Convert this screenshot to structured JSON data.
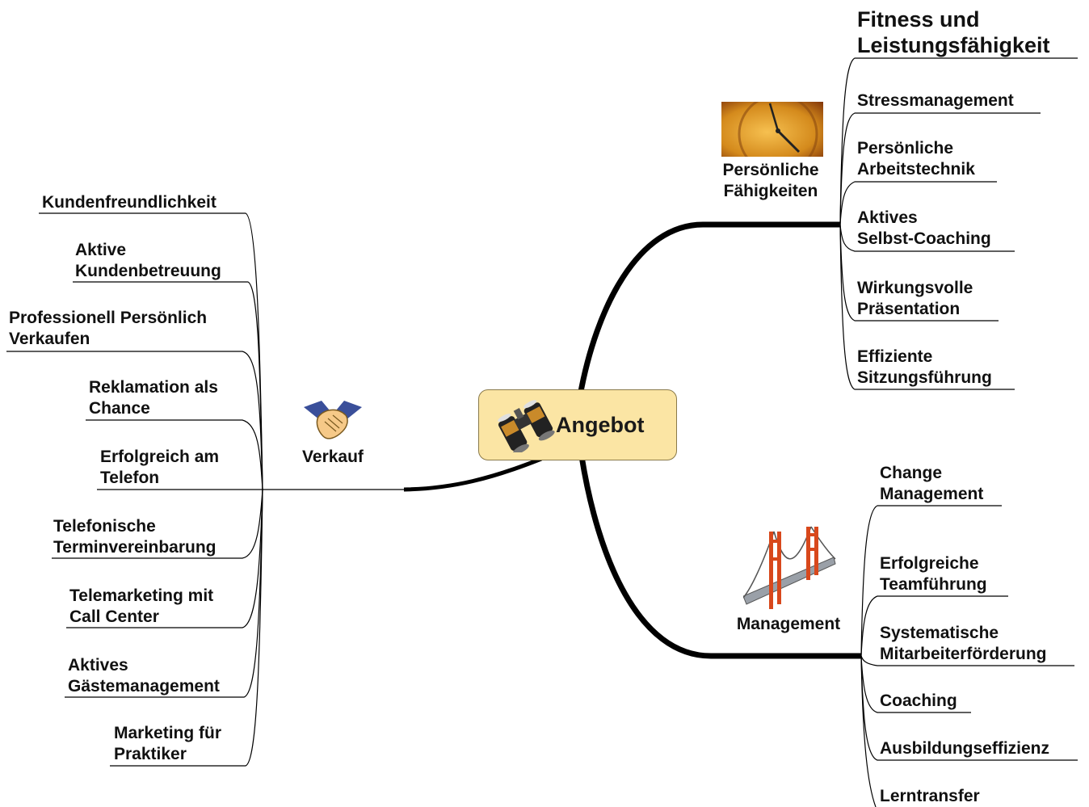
{
  "center": {
    "label": "Angebot",
    "icon": "binoculars-icon"
  },
  "branches": {
    "verkauf": {
      "label": "Verkauf",
      "icon": "handshake-icon",
      "items": [
        [
          "Kundenfreundlichkeit"
        ],
        [
          "Aktive",
          "Kundenbetreuung"
        ],
        [
          "Professionell Persönlich",
          "Verkaufen"
        ],
        [
          "Reklamation als",
          "Chance"
        ],
        [
          "Erfolgreich am",
          "Telefon"
        ],
        [
          "Telefonische",
          "Terminvereinbarung"
        ],
        [
          "Telemarketing mit",
          "Call Center"
        ],
        [
          "Aktives",
          "Gästemanagement"
        ],
        [
          "Marketing für",
          "Praktiker"
        ]
      ]
    },
    "faehigkeiten": {
      "label": [
        "Persönliche",
        "Fähigkeiten"
      ],
      "icon": "clock-icon",
      "items": [
        [
          "Fitness und",
          "Leistungsfähigkeit"
        ],
        [
          "Stressmanagement"
        ],
        [
          "Persönliche",
          "Arbeitstechnik"
        ],
        [
          "Aktives",
          "Selbst-Coaching"
        ],
        [
          "Wirkungsvolle",
          "Präsentation"
        ],
        [
          "Effiziente",
          "Sitzungsführung"
        ]
      ]
    },
    "management": {
      "label": "Management",
      "icon": "bridge-icon",
      "items": [
        [
          "Change",
          "Management"
        ],
        [
          "Erfolgreiche",
          "Teamführung"
        ],
        [
          "Systematische",
          "Mitarbeiterförderung"
        ],
        [
          "Coaching"
        ],
        [
          "Ausbildungseffizienz"
        ],
        [
          "Lerntransfer"
        ]
      ]
    }
  }
}
